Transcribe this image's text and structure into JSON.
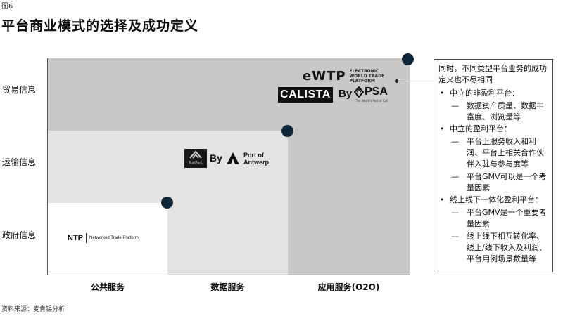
{
  "figure_label": "图6",
  "title": "平台商业模式的选择及成功定义",
  "rows": [
    "贸易信息",
    "运输信息",
    "政府信息"
  ],
  "columns": [
    "公共服务",
    "数据服务",
    "应用服务(O2O)"
  ],
  "logos": {
    "ewtp_mark": "eWTP",
    "ewtp_text": "ELECTRONIC WORLD TRADE PLATFORM",
    "calista": "CALISTA",
    "by1": "By",
    "psa": "PSA",
    "psa_sub": "The World's Port of Call",
    "nxtport": "NxtPort",
    "by2": "By",
    "antwerp": "Port of Antwerp",
    "ntp_mark": "NTP",
    "ntp_text": "Networked Trade Platform"
  },
  "info": {
    "intro": "同时，不同类型平台业务的成功定义也不尽相同",
    "items": [
      {
        "label": "中立的非盈利平台：",
        "subs": [
          "数据资产质量、数据丰富度、浏览量等"
        ]
      },
      {
        "label": "中立的盈利平台：",
        "subs": [
          "平台上服务收入和利润、平台上相关合作伙伴入驻与参与度等",
          "平台GMV可以是一个考量因素"
        ]
      },
      {
        "label": "线上线下一体化盈利平台：",
        "subs": [
          "平台GMV是一个重要考量因素",
          "线上线下相互转化率、线上/线下收入及利润、平台用例场景数量等"
        ]
      }
    ]
  },
  "source": "资料来源：麦肯锡分析",
  "colors": {
    "dark_block": "#c8c8c8",
    "mid_block": "#e3e3e3",
    "dot": "#0f2538"
  }
}
